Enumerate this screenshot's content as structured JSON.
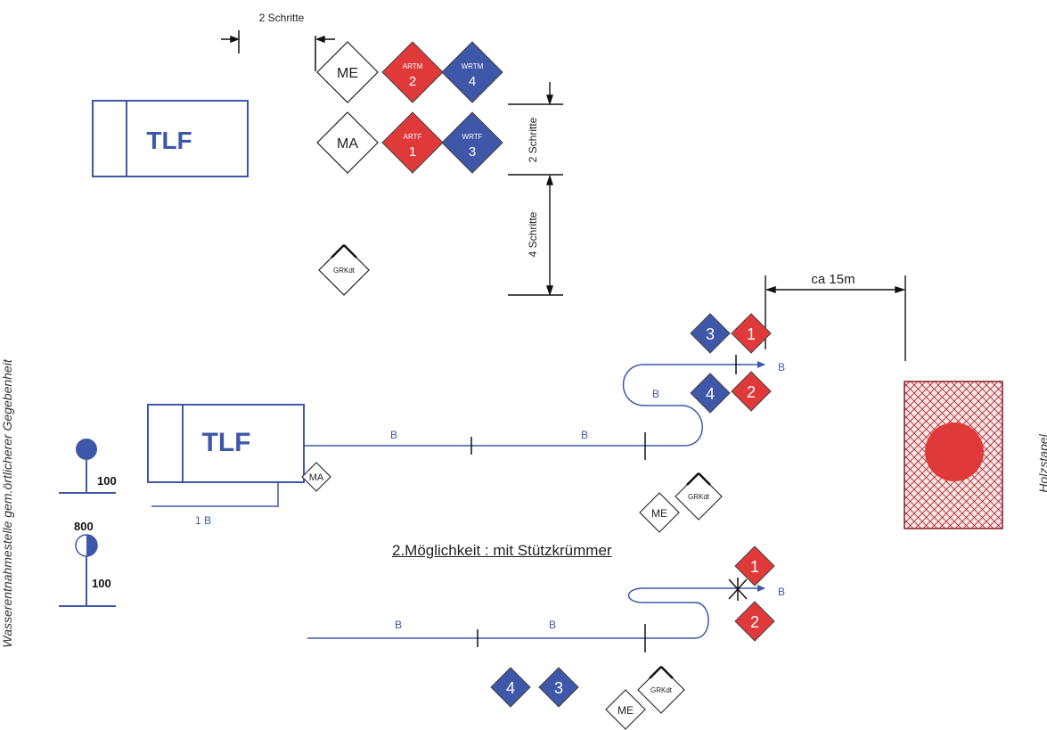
{
  "colors": {
    "blue": "#3f57a8",
    "red": "#e0393a",
    "line": "#3f57a8",
    "black": "#111111"
  },
  "top": {
    "steps_label": "2 Schritte",
    "tlf_label": "TLF",
    "dim_2_schritte": "2 Schritte",
    "dim_4_schritte": "4 Schritte",
    "crew": {
      "me": "ME",
      "ma": "MA",
      "artm_title": "ARTM",
      "artm_num": "2",
      "wrtm_title": "WRTM",
      "wrtm_num": "4",
      "artf_title": "ARTF",
      "artf_num": "1",
      "wrtf_title": "WRTF",
      "wrtf_num": "3",
      "grkdt": "GRKdt"
    }
  },
  "middle": {
    "tlf_label": "TLF",
    "ma": "MA",
    "me": "ME",
    "grkdt": "GRKdt",
    "hose_b1": "B",
    "hose_b2": "B",
    "hose_b3": "B",
    "hose_b_end": "B",
    "hose_1b": "1 B",
    "distance": "ca 15m",
    "n1": "1",
    "n2": "2",
    "n3": "3",
    "n4": "4"
  },
  "hydrant": {
    "h1_value": "100",
    "h2_top": "800",
    "h2_value": "100"
  },
  "side_left": "Wasserentnahmestelle gem.örtlicherer Gegebenheit",
  "side_right": "Holzstapel",
  "caption": "2.Möglichkeit : mit Stützkrümmer",
  "bottom": {
    "hose_b1": "B",
    "hose_b2": "B",
    "hose_b_end": "B",
    "me": "ME",
    "grkdt": "GRKdt",
    "n1": "1",
    "n2": "2",
    "n3": "3",
    "n4": "4"
  }
}
